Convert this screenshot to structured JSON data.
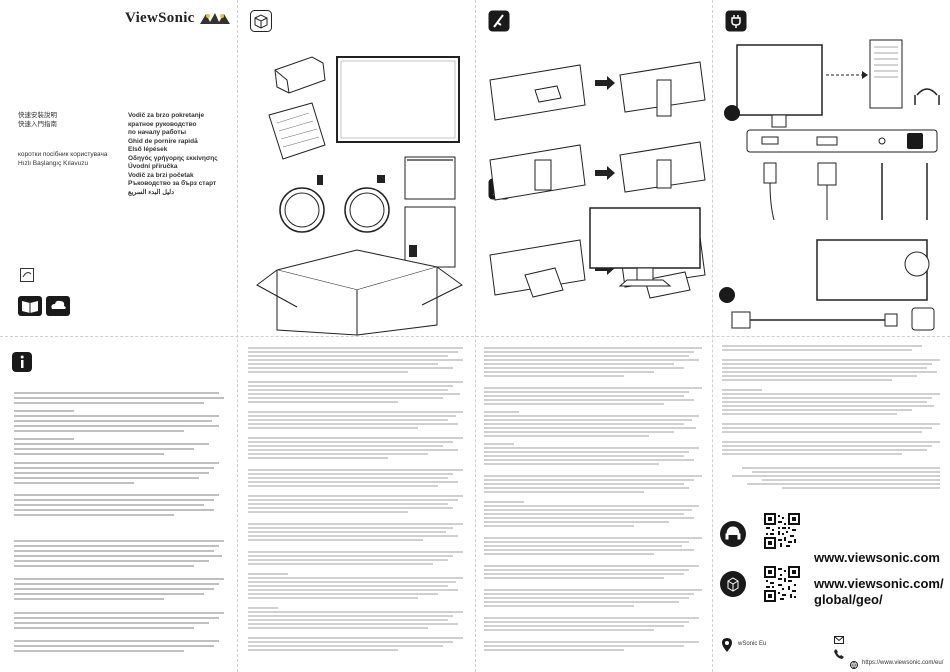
{
  "brand": {
    "name": "ViewSonic"
  },
  "quick_start": {
    "left_titles": [
      "快速安裝說明",
      "快速入門指南",
      "коротки посібник користувача",
      "Hızlı Başlangıç Kılavuzu"
    ],
    "right_titles": [
      "Vodič za brzo pokretanje",
      "кратное руководство",
      "по началу работы",
      "Ghid de pornire rapidă",
      "Első lépések",
      "Οδηγός γρήγορης εκκίνησης",
      "Úvodní příručka",
      "Vodič za brzi početak",
      "Ръководство за бърз старт"
    ],
    "arabic_title": "دليل البدء السريع"
  },
  "footer": {
    "url1": "www.viewsonic.com",
    "url2_line1": "www.viewsonic.com/",
    "url2_line2": "global/geo/",
    "social": "wSonic Eu",
    "support_url": "https://www.viewsonic.com/eu/"
  },
  "colors": {
    "ink": "#1a1a1a",
    "gray": "#777777",
    "line": "#cfcfcf"
  },
  "icons": [
    "box-icon",
    "screwdriver-icon",
    "power-plug-icon",
    "info-icon",
    "headset-icon",
    "qr-code-icon",
    "mail-icon",
    "phone-icon",
    "location-icon"
  ]
}
